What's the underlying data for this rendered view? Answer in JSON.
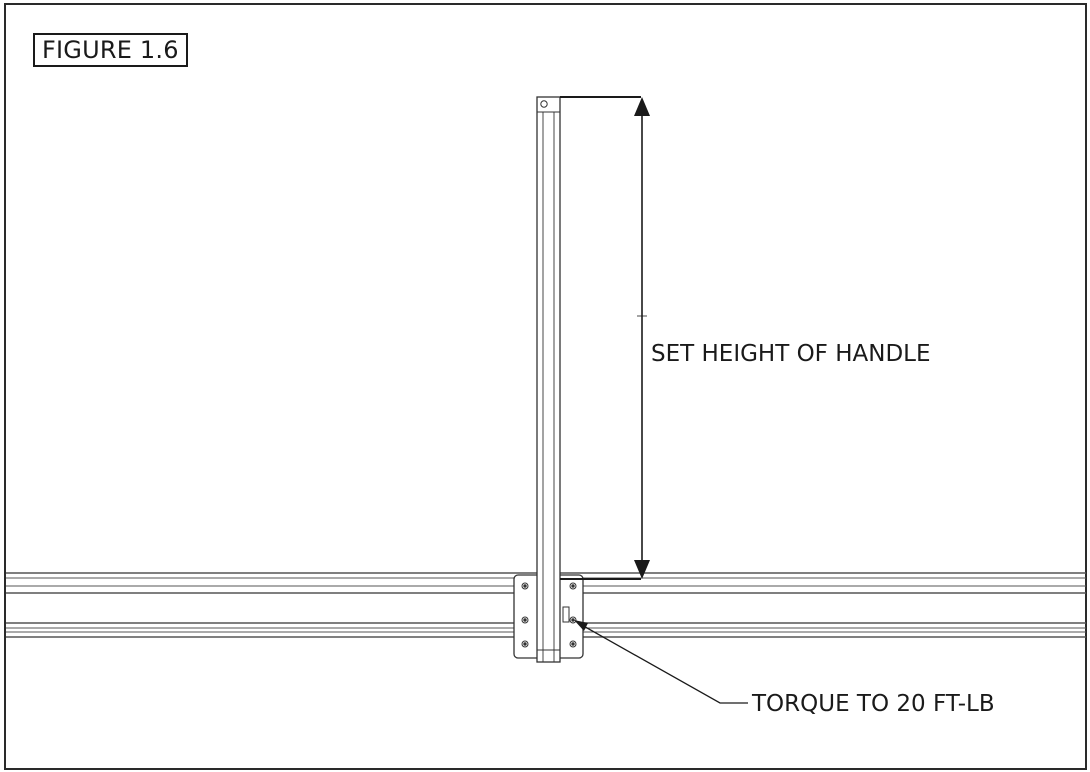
{
  "figure": {
    "label": "FIGURE 1.6"
  },
  "callouts": {
    "set_height": "SET HEIGHT OF HANDLE",
    "torque": "TORQUE TO 20 FT-LB"
  },
  "colors": {
    "line": "#1a1a1a",
    "rail": "#555555",
    "background": "#ffffff"
  }
}
